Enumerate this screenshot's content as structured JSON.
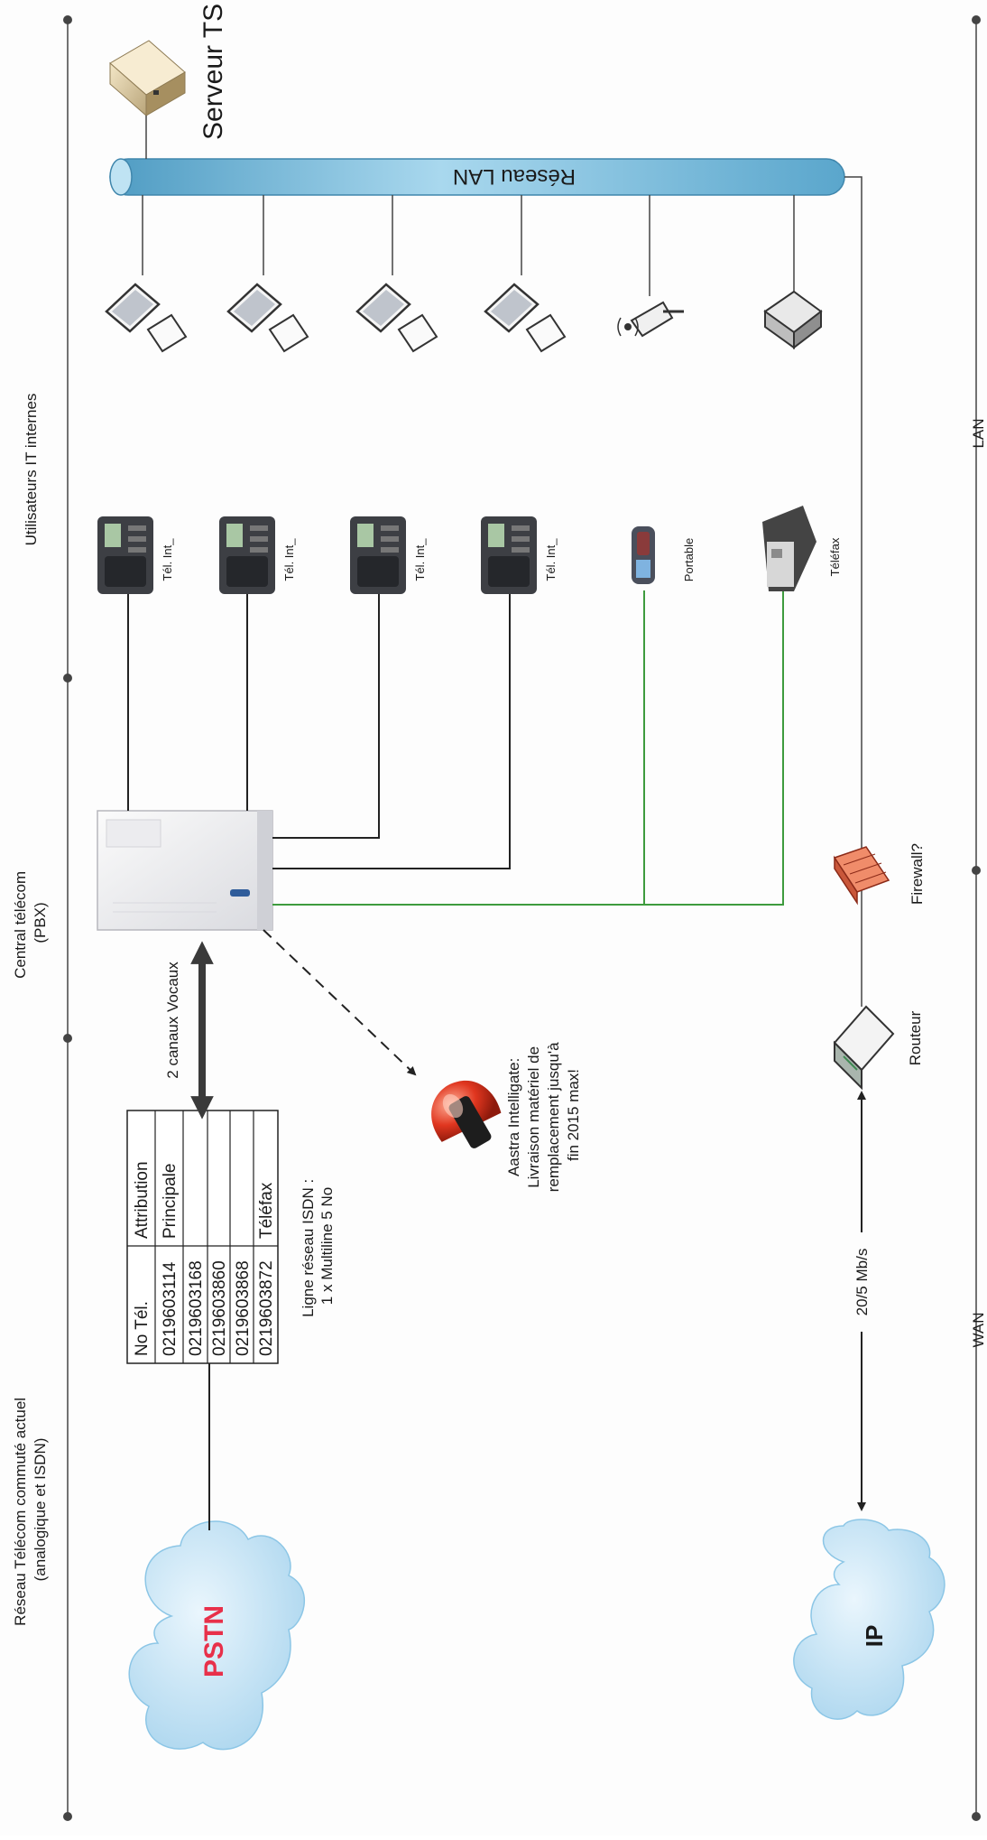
{
  "zones": {
    "pstn_zone": {
      "line1": "Réseau Télécom commuté actuel",
      "line2": "(analogique et ISDN)"
    },
    "pbx_zone": {
      "line1": "Central télécom",
      "line2": "(PBX)"
    },
    "it_zone": "Utilisateurs IT internes"
  },
  "bottom_axis": {
    "wan": "WAN",
    "lan": "LAN"
  },
  "clouds": {
    "pstn": "PSTN",
    "ip": "IP"
  },
  "server": "Serveur TS",
  "lan_bus": "Réseau LAN",
  "phones": [
    "Tél. Int_",
    "Tél. Int_",
    "Tél. Int_",
    "Tél. Int_"
  ],
  "portable": "Portable",
  "telefax": "Téléfax",
  "channels": "2 canaux Vocaux",
  "alert": {
    "line1": "Aastra Intelligate:",
    "line2": "Livraison matériel de",
    "line3": "remplacement jusqu'à",
    "line4": "fin 2015 max!"
  },
  "numbers_table": {
    "headers": [
      "No Tél.",
      "Attribution"
    ],
    "rows": [
      [
        "0219603114",
        "Principale"
      ],
      [
        "0219603168",
        ""
      ],
      [
        "0219603860",
        ""
      ],
      [
        "0219603868",
        ""
      ],
      [
        "0219603872",
        "Téléfax"
      ]
    ]
  },
  "isdn": {
    "line1": "Ligne réseau ISDN :",
    "line2": "1 x Multiline 5 No"
  },
  "bandwidth": "20/5 Mb/s",
  "router": "Routeur",
  "firewall": "Firewall?",
  "colors": {
    "lan_bus": "#7fc0dd",
    "cloud": "#cbe8f7",
    "pstn_text": "#e8304a",
    "green_line": "#3e9b3e",
    "alarm": "#e0361f",
    "firewall": "#f08c6a"
  }
}
